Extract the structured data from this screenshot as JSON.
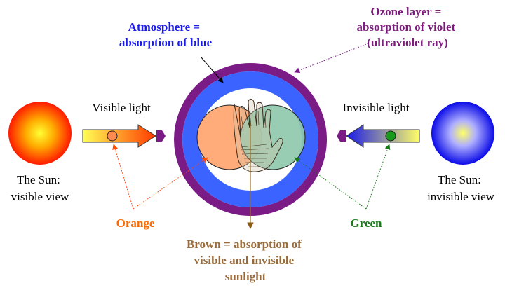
{
  "labels": {
    "atmosphere": [
      "Atmosphere =",
      "absorption of blue"
    ],
    "ozone": [
      "Ozone layer =",
      "absorption of violet",
      "(ultraviolet ray)"
    ],
    "visible_light": "Visible light",
    "invisible_light": "Invisible light",
    "sun_visible": [
      "The Sun:",
      "visible view"
    ],
    "sun_invisible": [
      "The Sun:",
      "invisible view"
    ],
    "orange": "Orange",
    "green": "Green",
    "brown": [
      "Brown = absorption of",
      "visible and invisible",
      "sunlight"
    ]
  },
  "colors": {
    "atmosphere": "#3b63ff",
    "atmosphere_text": "#1a1aee",
    "ozone": "#7b1b86",
    "ozone_text": "#7b1b7b",
    "orange_circle": "#ffab7a",
    "green_circle": "#8fc9ae",
    "orange_text": "#ff6a00",
    "green_text": "#1a7a1a",
    "brown_text": "#9a6b3a",
    "brown_line": "#a07020"
  },
  "icons": {
    "hand": "hand-icon",
    "sun_visible": "sun-visible-icon",
    "sun_invisible": "sun-invisible-icon"
  }
}
